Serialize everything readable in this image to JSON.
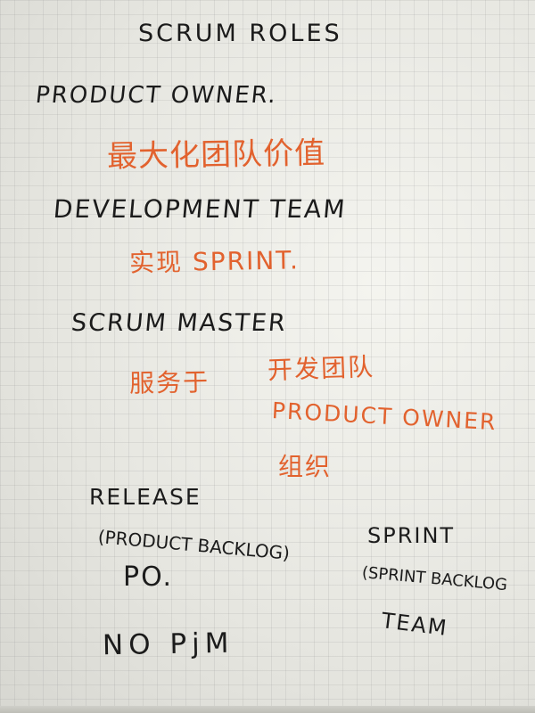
{
  "title": "SCRUM ROLES",
  "roles": [
    {
      "name": "PRODUCT OWNER.",
      "description": "最大化团队价值"
    },
    {
      "name": "DEVELOPMENT TEAM",
      "description": "实现 SPRINT."
    },
    {
      "name": "SCRUM MASTER",
      "description": "服务于"
    }
  ],
  "scrum_master_serves": [
    "开发团队",
    "PRODUCT OWNER",
    "组织"
  ],
  "release": {
    "label": "RELEASE",
    "artifact": "(PRODUCT BACKLOG)",
    "owner": "PO."
  },
  "sprint": {
    "label": "SPRINT",
    "artifact": "(SPRINT BACKLOG",
    "owner": "TEAM"
  },
  "note": "NO PjM",
  "colors": {
    "ink_black": "#1b1b1b",
    "ink_orange": "#e2622e",
    "paper": "#ebebe6"
  }
}
